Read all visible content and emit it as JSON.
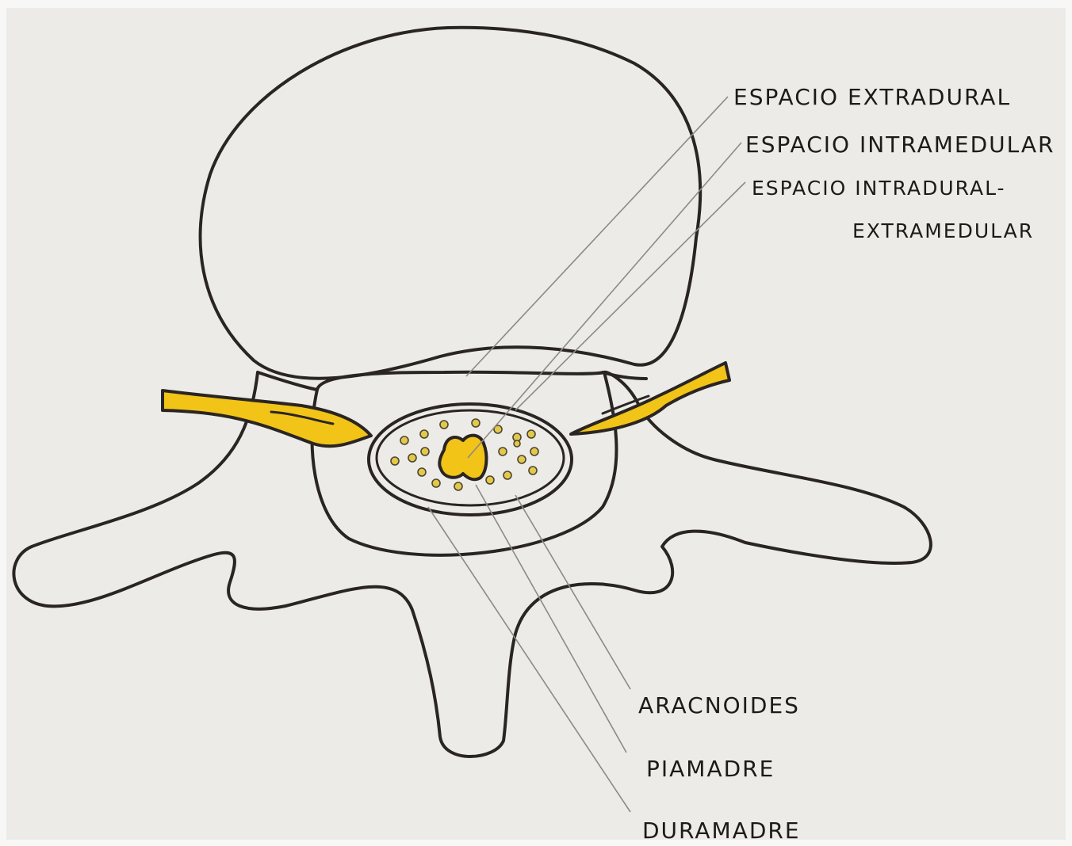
{
  "labels": {
    "espacio_extradural": "ESPACIO EXTRADURAL",
    "espacio_intramedular": "ESPACIO INTRAMEDULAR",
    "espacio_intradural_line1": "ESPACIO INTRADURAL-",
    "espacio_intradural_line2": "EXTRAMEDULAR",
    "aracnoides": "ARACNOIDES",
    "piamadre": "PIAMADRE",
    "duramadre": "DURAMADRE"
  },
  "colors": {
    "paper": "#ecebe8",
    "ink": "#2a2522",
    "nerve_yellow": "#f2c418",
    "leader_gray": "#8c8a87"
  }
}
